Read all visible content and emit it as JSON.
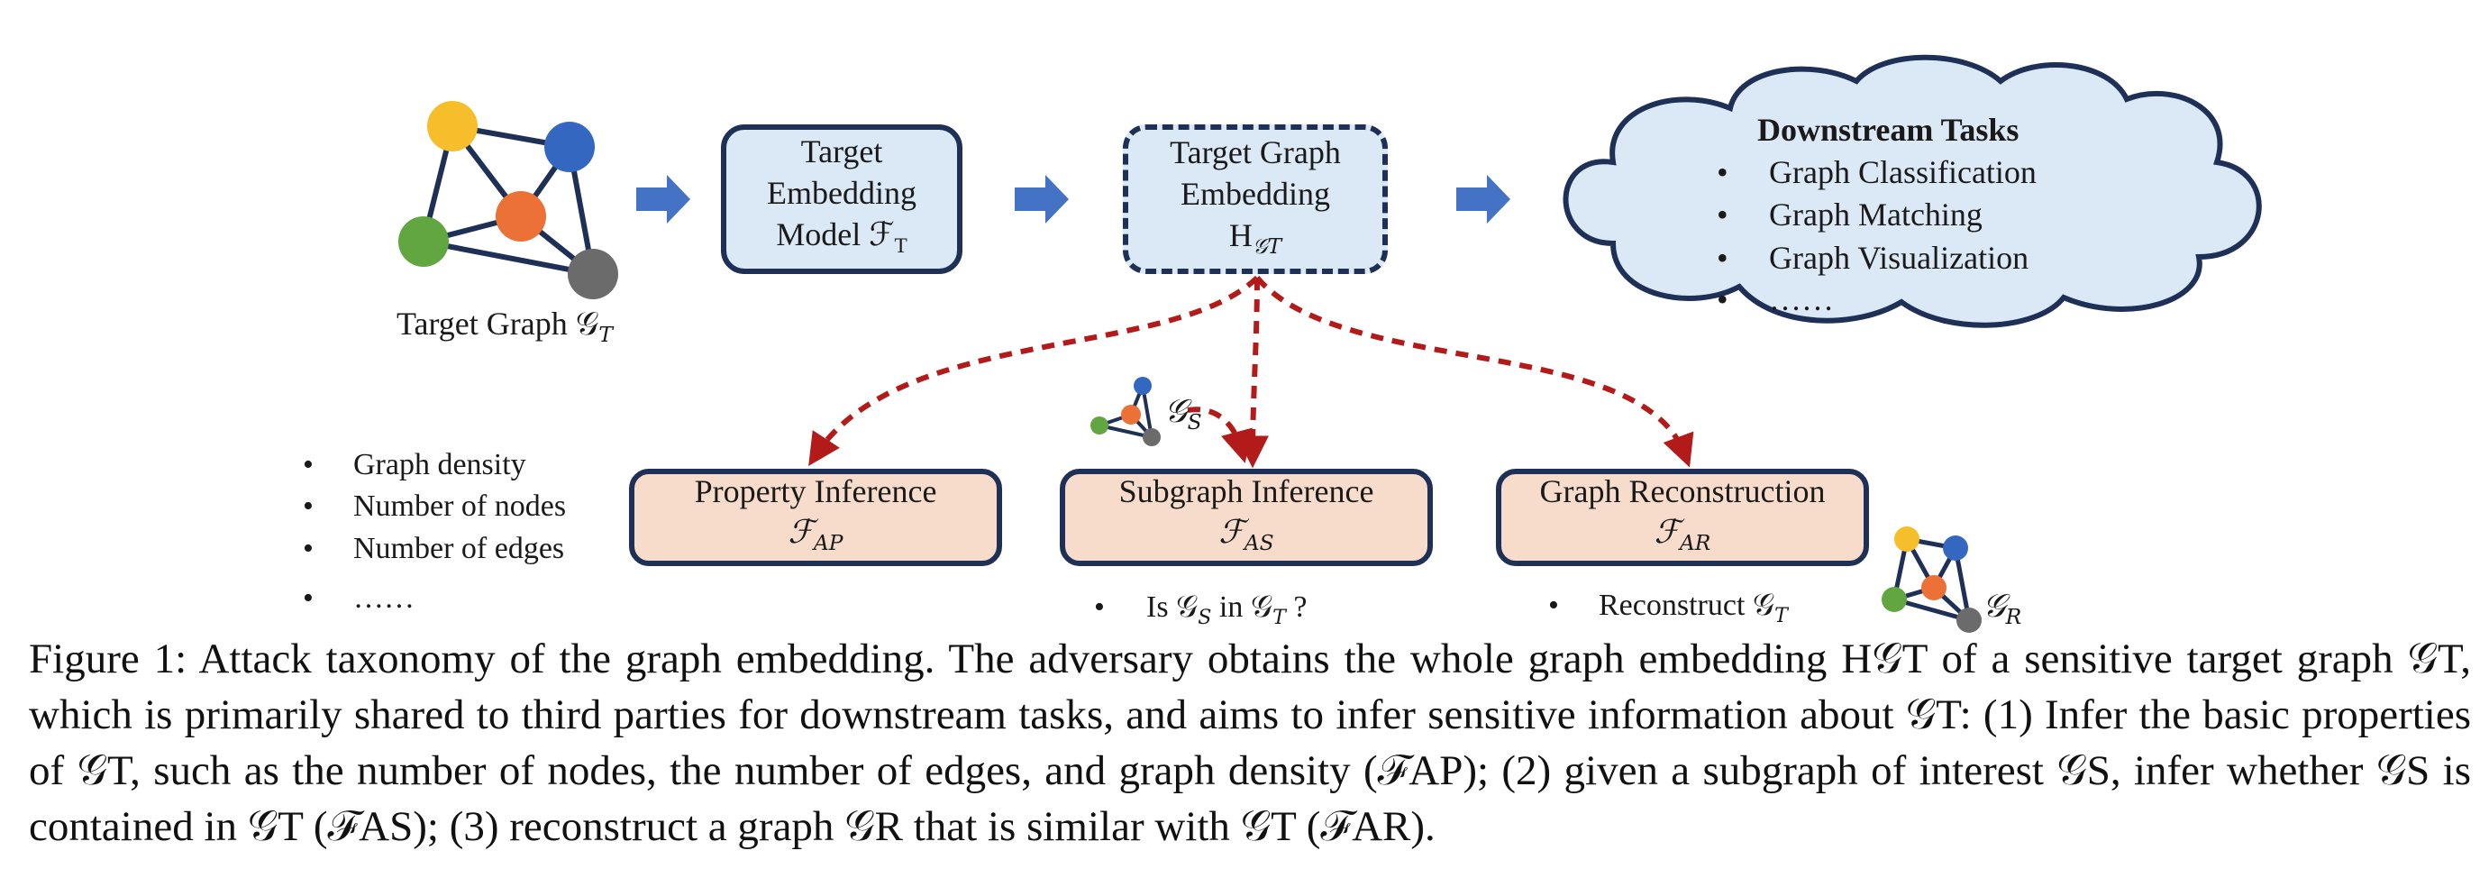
{
  "target_graph_label": "Target Graph 𝒢",
  "target_graph_sub": "T",
  "embedding_model": {
    "line1": "Target",
    "line2": "Embedding",
    "line3": "Model ℱ",
    "sub": "T"
  },
  "graph_embedding": {
    "line1": "Target Graph",
    "line2": "Embedding",
    "line3": "H",
    "sub": "𝒢T"
  },
  "downstream": {
    "title": "Downstream Tasks",
    "items": [
      "Graph Classification",
      "Graph Matching",
      "Graph Visualization",
      "……"
    ]
  },
  "property_inference": {
    "label": "Property Inference",
    "math": "ℱ",
    "sub": "AP"
  },
  "subgraph_inference": {
    "label": "Subgraph Inference",
    "math": "ℱ",
    "sub": "AS"
  },
  "graph_reconstruction": {
    "label": "Graph Reconstruction",
    "math": "ℱ",
    "sub": "AR"
  },
  "property_list": [
    "Graph density",
    "Number of nodes",
    "Number of edges",
    "……"
  ],
  "subgraph_question": {
    "pre": "Is 𝒢",
    "s": "S",
    "mid": " in 𝒢",
    "t": "T",
    "post": " ?"
  },
  "reconstruct_text": {
    "pre": "Reconstruct 𝒢",
    "t": "T"
  },
  "gs_label": {
    "g": "𝒢",
    "sub": "S"
  },
  "gr_label": {
    "g": "𝒢",
    "sub": "R"
  },
  "caption": "Figure 1: Attack taxonomy of the graph embedding. The adversary obtains the whole graph embedding H𝒢T of a sensitive target graph 𝒢T, which is primarily shared to third parties for downstream tasks, and aims to infer sensitive information about 𝒢T: (1) Infer the basic properties of 𝒢T, such as the number of nodes, the number of edges, and graph density (ℱAP); (2) given a subgraph of interest 𝒢S, infer whether 𝒢S is contained in 𝒢T (ℱAS); (3) reconstruct a graph 𝒢R that is similar with 𝒢T (ℱAR).",
  "colors": {
    "node_yellow": "#f7be2c",
    "node_blue": "#3468c0",
    "node_orange": "#ec7136",
    "node_green": "#62a641",
    "node_gray": "#6b6b6b",
    "arrow_blue": "#4472c4",
    "dash_red": "#b31b1b",
    "box_border": "#1f3057"
  }
}
